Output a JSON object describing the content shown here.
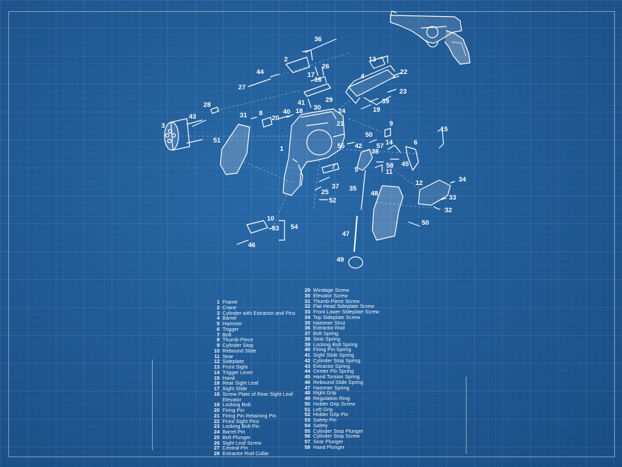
{
  "diagram": {
    "colors": {
      "background": "#21609d",
      "line": "#ffffff"
    },
    "callouts": [
      "1",
      "2",
      "3",
      "4",
      "5",
      "6",
      "7",
      "8",
      "9",
      "10",
      "11",
      "12",
      "13",
      "14",
      "15",
      "16",
      "17",
      "18",
      "19",
      "20",
      "21",
      "22",
      "23",
      "24",
      "25",
      "26",
      "27",
      "28",
      "29",
      "30",
      "31",
      "32",
      "33",
      "34",
      "35",
      "36",
      "37",
      "38",
      "39",
      "40",
      "41",
      "42",
      "43",
      "44",
      "45",
      "46",
      "47",
      "48",
      "49",
      "50",
      "51",
      "52",
      "53",
      "54",
      "55",
      "56",
      "57",
      "58"
    ]
  },
  "legend": {
    "col1": [
      {
        "num": "1",
        "name": "Frame"
      },
      {
        "num": "2",
        "name": "Crane"
      },
      {
        "num": "3",
        "name": "Cylinder with Extractor and Pins"
      },
      {
        "num": "4",
        "name": "Barrel"
      },
      {
        "num": "5",
        "name": "Hammer"
      },
      {
        "num": "6",
        "name": "Trigger"
      },
      {
        "num": "7",
        "name": "Bolt"
      },
      {
        "num": "8",
        "name": "Thumb-Piece"
      },
      {
        "num": "9",
        "name": "Cylinder Stop"
      },
      {
        "num": "10",
        "name": "Rebound Slide"
      },
      {
        "num": "11",
        "name": "Sear"
      },
      {
        "num": "12",
        "name": "Sideplate"
      },
      {
        "num": "13",
        "name": "Front Sight"
      },
      {
        "num": "14",
        "name": "Trigger Lever"
      },
      {
        "num": "15",
        "name": "Hand"
      },
      {
        "num": "16",
        "name": "Rear Sight Leaf"
      },
      {
        "num": "17",
        "name": "Sight Slide"
      },
      {
        "num": "18",
        "name": "Screw Plate of Rear Sight Leaf"
      },
      {
        "num": "",
        "name": "Elevator"
      },
      {
        "num": "19",
        "name": "Locking Bolt"
      },
      {
        "num": "20",
        "name": "Firing Pin"
      },
      {
        "num": "21",
        "name": "Firing Pin Retaining Pin"
      },
      {
        "num": "22",
        "name": "Front Sight Pins"
      },
      {
        "num": "23",
        "name": "Locking Bolt Pin"
      },
      {
        "num": "24",
        "name": "Barrel Pin"
      },
      {
        "num": "25",
        "name": "Bolt Plunger"
      },
      {
        "num": "26",
        "name": "Sight Leaf Screw"
      },
      {
        "num": "27",
        "name": "Central Pin"
      },
      {
        "num": "28",
        "name": "Extractor Rod Collar"
      }
    ],
    "col2": [
      {
        "num": "29",
        "name": "Windage Screw"
      },
      {
        "num": "30",
        "name": "Elevator Screw"
      },
      {
        "num": "31",
        "name": "Thumb-Piece Screw"
      },
      {
        "num": "32",
        "name": "Flat Head Sideplate Screw"
      },
      {
        "num": "33",
        "name": "Front Lower Sideplate Screw"
      },
      {
        "num": "34",
        "name": "Top Sideplate Screw"
      },
      {
        "num": "35",
        "name": "Hammer Strut"
      },
      {
        "num": "36",
        "name": "Extractor Rod"
      },
      {
        "num": "37",
        "name": "Bolt Spring"
      },
      {
        "num": "38",
        "name": "Sear Spring"
      },
      {
        "num": "39",
        "name": "Locking Bolt Spring"
      },
      {
        "num": "40",
        "name": "Firing Pin Spring"
      },
      {
        "num": "41",
        "name": "Sight Slide Spring"
      },
      {
        "num": "42",
        "name": "Cylinder Stop Spring"
      },
      {
        "num": "43",
        "name": "Extractor Spring"
      },
      {
        "num": "44",
        "name": "Center Pin Spring"
      },
      {
        "num": "45",
        "name": "Hand Torsion Spring"
      },
      {
        "num": "46",
        "name": "Rebound Slide Spring"
      },
      {
        "num": "47",
        "name": "Hammer Spring"
      },
      {
        "num": "48",
        "name": "Right Grip"
      },
      {
        "num": "49",
        "name": "Regulation Ring"
      },
      {
        "num": "50",
        "name": "Holder Grip Screw"
      },
      {
        "num": "51",
        "name": "Left Grip"
      },
      {
        "num": "52",
        "name": "Holder Grip Pin"
      },
      {
        "num": "53",
        "name": "Safety Pin"
      },
      {
        "num": "54",
        "name": "Safety"
      },
      {
        "num": "55",
        "name": "Cylinder Stop Plunger"
      },
      {
        "num": "56",
        "name": "Cylinder Stop Screw"
      },
      {
        "num": "57",
        "name": "Sear Plunger"
      },
      {
        "num": "58",
        "name": "Hand Plunger"
      }
    ]
  }
}
